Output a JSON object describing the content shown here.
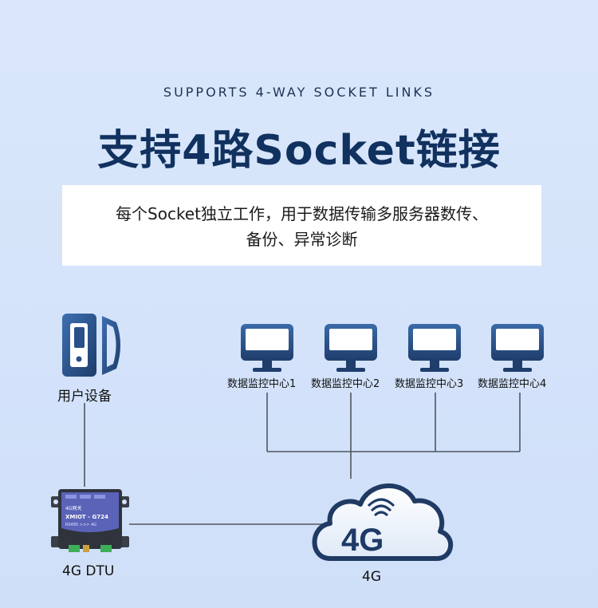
{
  "header": {
    "subtitle": "SUPPORTS 4-WAY SOCKET LINKS",
    "title": "支持4路Socket链接"
  },
  "description": {
    "line1": "每个Socket独立工作，用于数据传输多服务器数传、",
    "line2": "备份、异常诊断"
  },
  "diagram": {
    "user_device_label": "用户设备",
    "dtu_label": "4G DTU",
    "dtu_screen": {
      "top_text": "4G网关",
      "model": "XMIOT - G724",
      "sub_text": "RS485 >>> 4G"
    },
    "network_label": "4G",
    "cloud_text": "4G",
    "monitor_centers": [
      {
        "label": "数据监控中心1"
      },
      {
        "label": "数据监控中心2"
      },
      {
        "label": "数据监控中心3"
      },
      {
        "label": "数据监控中心4"
      }
    ]
  },
  "colors": {
    "primary": "#264c82",
    "title": "#11315f",
    "line": "#4f5560",
    "background": "#d6e4fa"
  }
}
